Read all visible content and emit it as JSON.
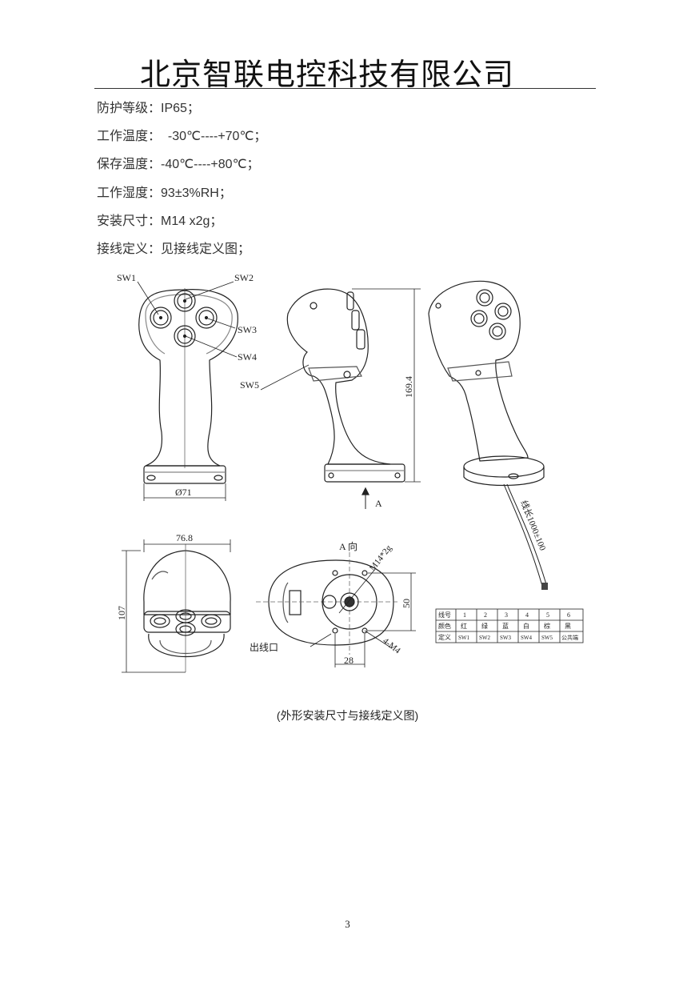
{
  "header": {
    "company": "北京智联电控科技有限公司"
  },
  "specs": [
    {
      "label": "防护等级：",
      "value": "IP65；"
    },
    {
      "label": "工作温度：",
      "value": "  -30℃----+70℃；"
    },
    {
      "label": "保存温度：",
      "value": "-40℃----+80℃；"
    },
    {
      "label": "工作湿度：",
      "value": "93±3%RH；"
    },
    {
      "label": "安装尺寸：",
      "value": "M14 x2g；"
    },
    {
      "label": "接线定义：见接线定义图；",
      "value": ""
    }
  ],
  "drawing": {
    "callouts": {
      "sw1": "SW1",
      "sw2": "SW2",
      "sw3": "SW3",
      "sw4": "SW4",
      "sw5": "SW5"
    },
    "dims": {
      "diameter": "Ø71",
      "height": "169.4",
      "width": "76.8",
      "depth": "107",
      "hole_spacing": "50",
      "bottom_width": "28",
      "thread": "M14*2g",
      "holes": "4-M4"
    },
    "labels": {
      "arrow_a": "A",
      "view_a": "A 向",
      "exit": "出线口",
      "cable": "线长1000±100"
    },
    "wiring_table": {
      "rows": [
        [
          "线号",
          "1",
          "2",
          "3",
          "4",
          "5",
          "6"
        ],
        [
          "颜色",
          "红",
          "绿",
          "蓝",
          "白",
          "棕",
          "黑"
        ],
        [
          "定义",
          "SW1",
          "SW2",
          "SW3",
          "SW4",
          "SW5",
          "公共端"
        ]
      ]
    }
  },
  "caption": "(外形安装尺寸与接线定义图)",
  "page_number": "3"
}
